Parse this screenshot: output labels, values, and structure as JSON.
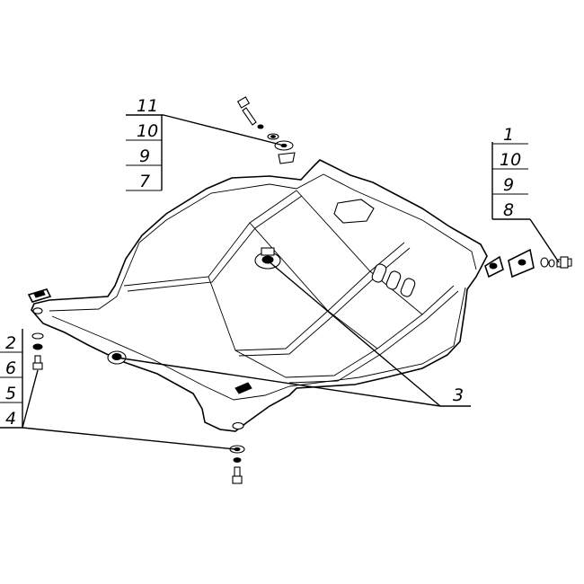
{
  "callouts": {
    "group_top_left": [
      "11",
      "10",
      "9",
      "7"
    ],
    "group_top_right": [
      "1",
      "10",
      "9",
      "8"
    ],
    "group_bottom_left": [
      "2",
      "6",
      "5",
      "4"
    ],
    "shield_ref": "3"
  }
}
